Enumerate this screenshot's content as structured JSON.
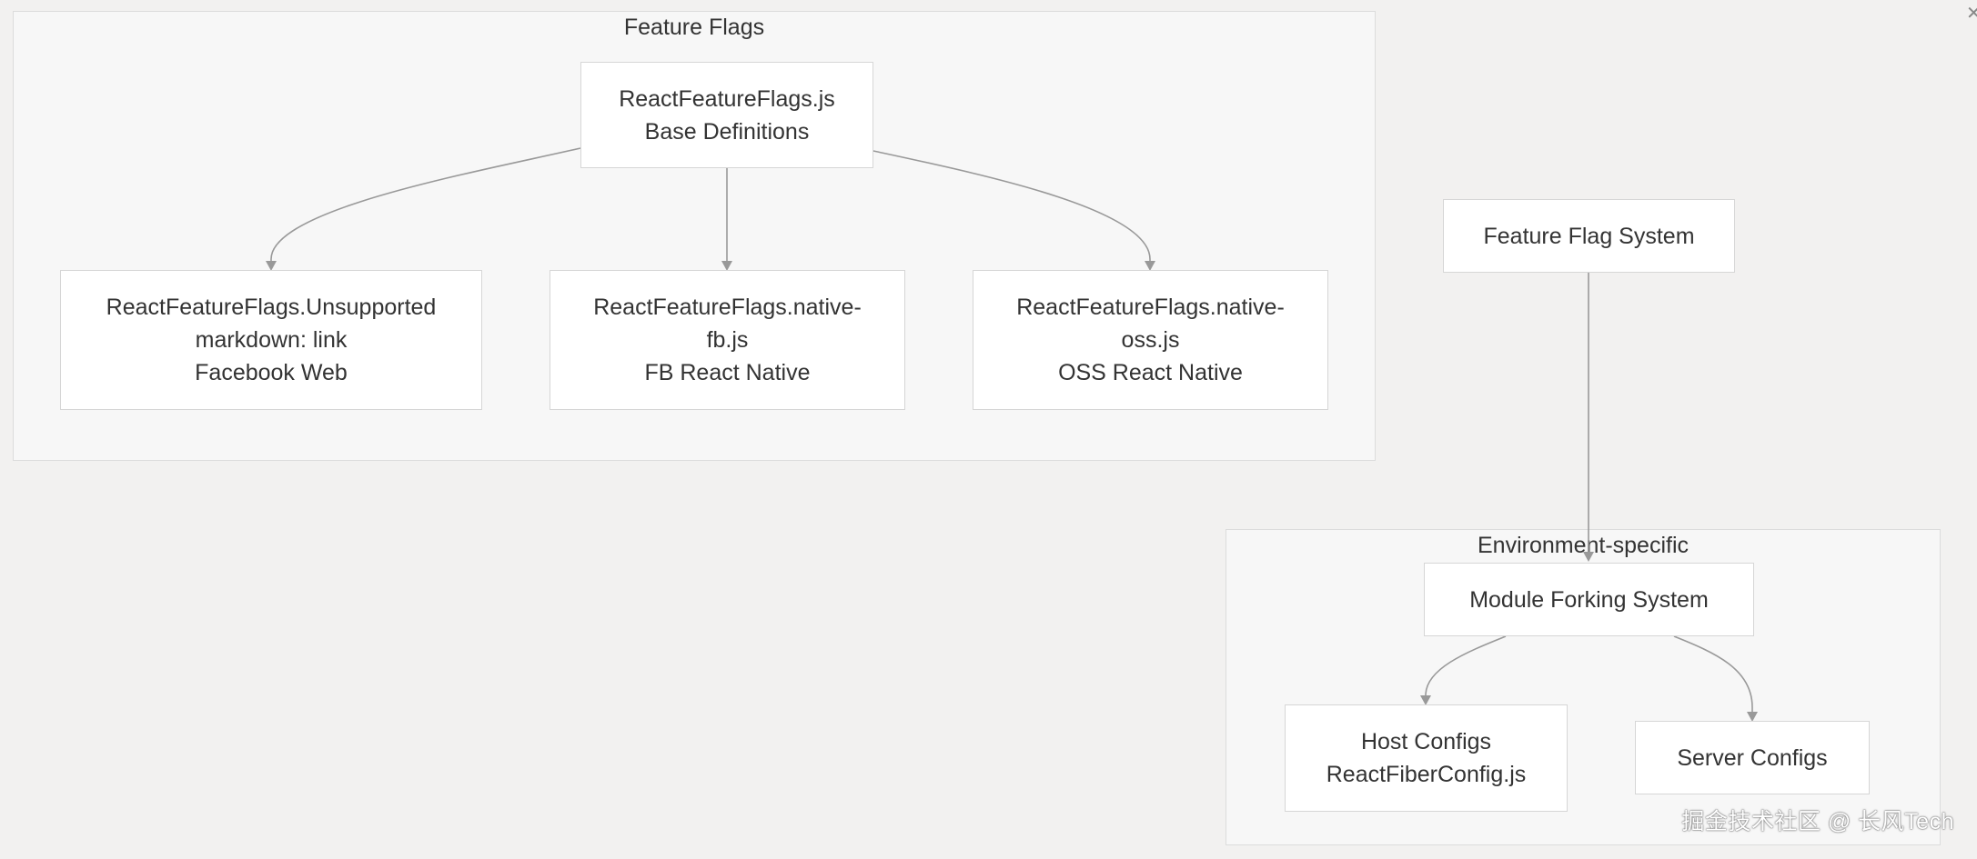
{
  "diagram": {
    "clusters": {
      "feature_flags": {
        "title": "Feature Flags"
      },
      "environment": {
        "title": "Environment-specific"
      }
    },
    "nodes": {
      "base": {
        "lines": [
          "ReactFeatureFlags.js",
          "Base Definitions"
        ]
      },
      "www": {
        "lines": [
          "ReactFeatureFlags.Unsupported",
          "markdown: link",
          "Facebook Web"
        ]
      },
      "native_fb": {
        "lines": [
          "ReactFeatureFlags.native-",
          "fb.js",
          "FB React Native"
        ]
      },
      "native_oss": {
        "lines": [
          "ReactFeatureFlags.native-",
          "oss.js",
          "OSS React Native"
        ]
      },
      "system": {
        "lines": [
          "Feature Flag System"
        ]
      },
      "forking": {
        "lines": [
          "Module Forking System"
        ]
      },
      "host": {
        "lines": [
          "Host Configs",
          "ReactFiberConfig.js"
        ]
      },
      "server": {
        "lines": [
          "Server Configs"
        ]
      }
    },
    "edges": [
      {
        "from": "base",
        "to": "www"
      },
      {
        "from": "base",
        "to": "native_fb"
      },
      {
        "from": "base",
        "to": "native_oss"
      },
      {
        "from": "system",
        "to": "forking"
      },
      {
        "from": "forking",
        "to": "host"
      },
      {
        "from": "forking",
        "to": "server"
      }
    ],
    "colors": {
      "background": "#f2f1f0",
      "cluster_fill": "#f7f7f7",
      "node_fill": "#ffffff",
      "edge": "#999999"
    }
  },
  "watermark": "掘金技术社区 @ 长风Tech",
  "corner_icon": "close-icon"
}
